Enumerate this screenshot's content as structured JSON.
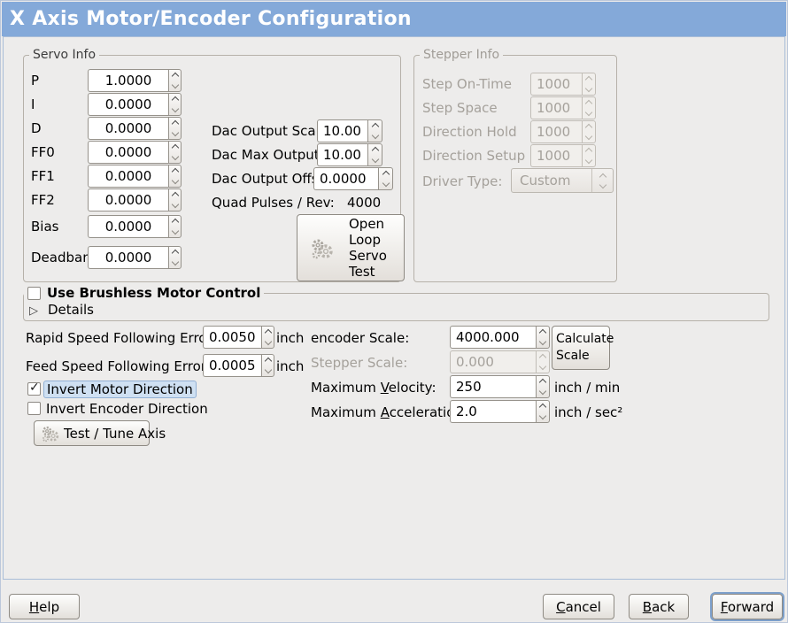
{
  "colors": {
    "titlebar": "#84a9d9",
    "selection_highlight": "#cfe0f2",
    "focus_ring": "#7da0cb",
    "background": "#edeceb"
  },
  "titlebar": {
    "title": "X Axis Motor/Encoder Configuration"
  },
  "servo_info": {
    "legend": "Servo Info",
    "fields": [
      {
        "label": "P",
        "value": "1.0000"
      },
      {
        "label": "I",
        "value": "0.0000"
      },
      {
        "label": "D",
        "value": "0.0000"
      },
      {
        "label": "FF0",
        "value": "0.0000"
      },
      {
        "label": "FF1",
        "value": "0.0000"
      },
      {
        "label": "FF2",
        "value": "0.0000"
      },
      {
        "label": "Bias",
        "value": "0.0000"
      },
      {
        "label": "Deadband",
        "value": "0.0000"
      }
    ],
    "dac_fields": [
      {
        "label": "Dac Output Scale:",
        "value": "10.00"
      },
      {
        "label": "Dac Max Output:",
        "value": "10.00"
      },
      {
        "label": "Dac Output Offset:",
        "value": "0.0000"
      }
    ],
    "quad_pulses_label": "Quad Pulses / Rev:",
    "quad_pulses_value": "4000",
    "open_loop_test_lines": [
      "Open",
      "Loop",
      "Servo",
      "Test"
    ]
  },
  "stepper_info": {
    "legend": "Stepper Info",
    "fields": [
      {
        "label": "Step On-Time",
        "value": "1000"
      },
      {
        "label": "Step Space",
        "value": "1000"
      },
      {
        "label": "Direction Hold",
        "value": "1000"
      },
      {
        "label": "Direction Setup",
        "value": "1000"
      }
    ],
    "driver_type": {
      "label": "Driver Type:",
      "value": "Custom"
    }
  },
  "brushless": {
    "checkbox_label": "Use Brushless Motor Control",
    "details_label": "Details"
  },
  "following_error": {
    "rapid": {
      "label": "Rapid Speed Following Error:",
      "value": "0.0050",
      "unit": "inch"
    },
    "feed": {
      "label": "Feed Speed Following Error:",
      "value": "0.0005",
      "unit": "inch"
    }
  },
  "scaling": {
    "encoder": {
      "label": "encoder Scale:",
      "value": "4000.000"
    },
    "calculate_button": {
      "line1": "Calculate",
      "line2": "Scale"
    },
    "stepper": {
      "label": "Stepper Scale:",
      "value": "0.000"
    },
    "velocity": {
      "pre": "Maximum ",
      "mn": "V",
      "post": "elocity:",
      "value": "250",
      "unit": "inch / min"
    },
    "acceleration": {
      "pre": "Maximum ",
      "mn": "A",
      "post": "cceleration:",
      "value": "2.0",
      "unit": "inch / sec²"
    }
  },
  "invert": {
    "motor": {
      "label": "Invert Motor Direction"
    },
    "encoder": {
      "label": "Invert Encoder Direction"
    }
  },
  "test_tune_label": "Test / Tune Axis",
  "footer": {
    "help": {
      "mn": "H",
      "post": "elp"
    },
    "cancel": {
      "mn": "C",
      "post": "ancel"
    },
    "back": {
      "mn": "B",
      "post": "ack"
    },
    "forward": {
      "mn": "F",
      "post": "orward"
    }
  }
}
